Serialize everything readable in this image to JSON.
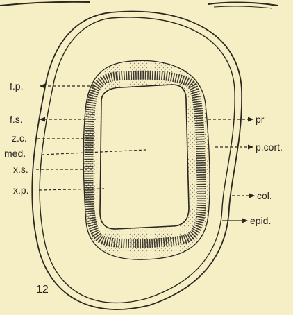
{
  "figure": {
    "number": "12",
    "labels": {
      "fp": "f.p.",
      "fs": "f.s.",
      "zc": "z.c.",
      "med": "med.",
      "xs": "x.s.",
      "xp": "x.p.",
      "pr": "pr",
      "pcort": "p.cort.",
      "col": "col.",
      "epid": "epid."
    }
  },
  "colors": {
    "paper": "#f6efc6",
    "ink": "#2a2620",
    "stipple": "#ddd5b0"
  }
}
